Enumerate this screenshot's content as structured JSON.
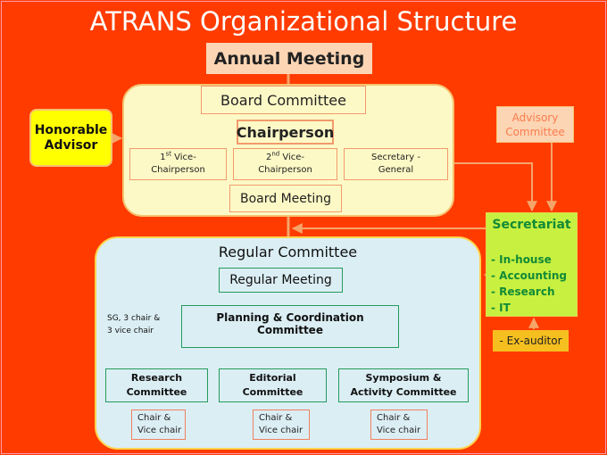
{
  "title": "ATRANS Organizational Structure",
  "annual_meeting": "Annual Meeting",
  "board": {
    "title": "Board Committee",
    "chairperson": "Chairperson",
    "vice1": {
      "ordinal": "1",
      "sup": "st",
      "line1": " Vice-",
      "line2": "Chairperson"
    },
    "vice2": {
      "ordinal": "2",
      "sup": "nd",
      "line1": " Vice-",
      "line2": "Chairperson"
    },
    "secretary": {
      "line1": "Secretary -",
      "line2": "General"
    },
    "meeting": "Board Meeting"
  },
  "honorable_advisor": {
    "line1": "Honorable",
    "line2": "Advisor"
  },
  "advisory": {
    "line1": "Advisory",
    "line2": "Committee"
  },
  "secretariat": {
    "title": "Secretariat",
    "items": [
      "- In-house",
      "- Accounting",
      "- Research",
      "- IT"
    ]
  },
  "ex_auditor": "- Ex-auditor",
  "regular": {
    "title": "Regular Committee",
    "meeting": "Regular Meeting",
    "planning": "Planning & Coordination Committee",
    "composition": {
      "line1": "SG, 3 chair &",
      "line2": "3 vice chair"
    },
    "subcommittees": [
      {
        "line1": "Research",
        "line2": "Committee"
      },
      {
        "line1": "Editorial",
        "line2": "Committee"
      },
      {
        "line1": "Symposium &",
        "line2": "Activity Committee"
      }
    ],
    "chairs": [
      {
        "line1": "Chair &",
        "line2": "Vice chair"
      },
      {
        "line1": "Chair &",
        "line2": "Vice chair"
      },
      {
        "line1": "Chair &",
        "line2": "Vice chair"
      }
    ]
  },
  "colors": {
    "background": "#ff3b00",
    "board_fill": "#fdf9c6",
    "regular_fill": "#dbeef4",
    "honorable_fill": "#ffff00",
    "secretariat_fill": "#c8f040",
    "secretariat_text": "#118a36",
    "ex_auditor_fill": "#f5bf1f",
    "connector_orange": "#f5a56a",
    "connector_green": "#239b5a"
  }
}
